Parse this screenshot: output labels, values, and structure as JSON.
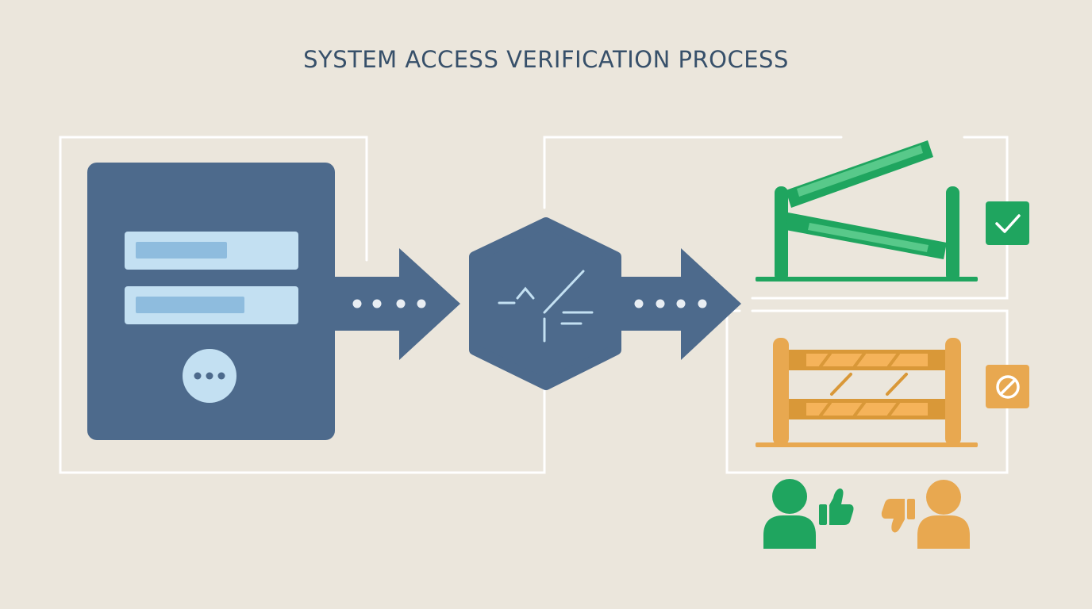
{
  "title": "SYSTEM ACCESS VERIFICATION PROCESS",
  "colors": {
    "background": "#ebe6dc",
    "navy": "#4d6a8c",
    "light_blue": "#c3e0f2",
    "mid_blue": "#8ebcde",
    "green": "#1fa55f",
    "green_light": "#58c98a",
    "orange": "#e8a850",
    "orange_light": "#f5b35a",
    "frame": "#ffffff"
  },
  "nodes": [
    {
      "id": "login-form",
      "icon": "login-form-icon"
    },
    {
      "id": "verification",
      "icon": "verification-hexagon-icon"
    },
    {
      "id": "access-granted",
      "icon": "open-gate-icon",
      "badge": "checkmark-icon"
    },
    {
      "id": "access-denied",
      "icon": "closed-barrier-icon",
      "badge": "prohibited-icon"
    }
  ],
  "users": [
    {
      "id": "approved-user",
      "icon": "thumbs-up-icon",
      "color": "#1fa55f"
    },
    {
      "id": "rejected-user",
      "icon": "thumbs-down-icon",
      "color": "#e8a850"
    }
  ]
}
